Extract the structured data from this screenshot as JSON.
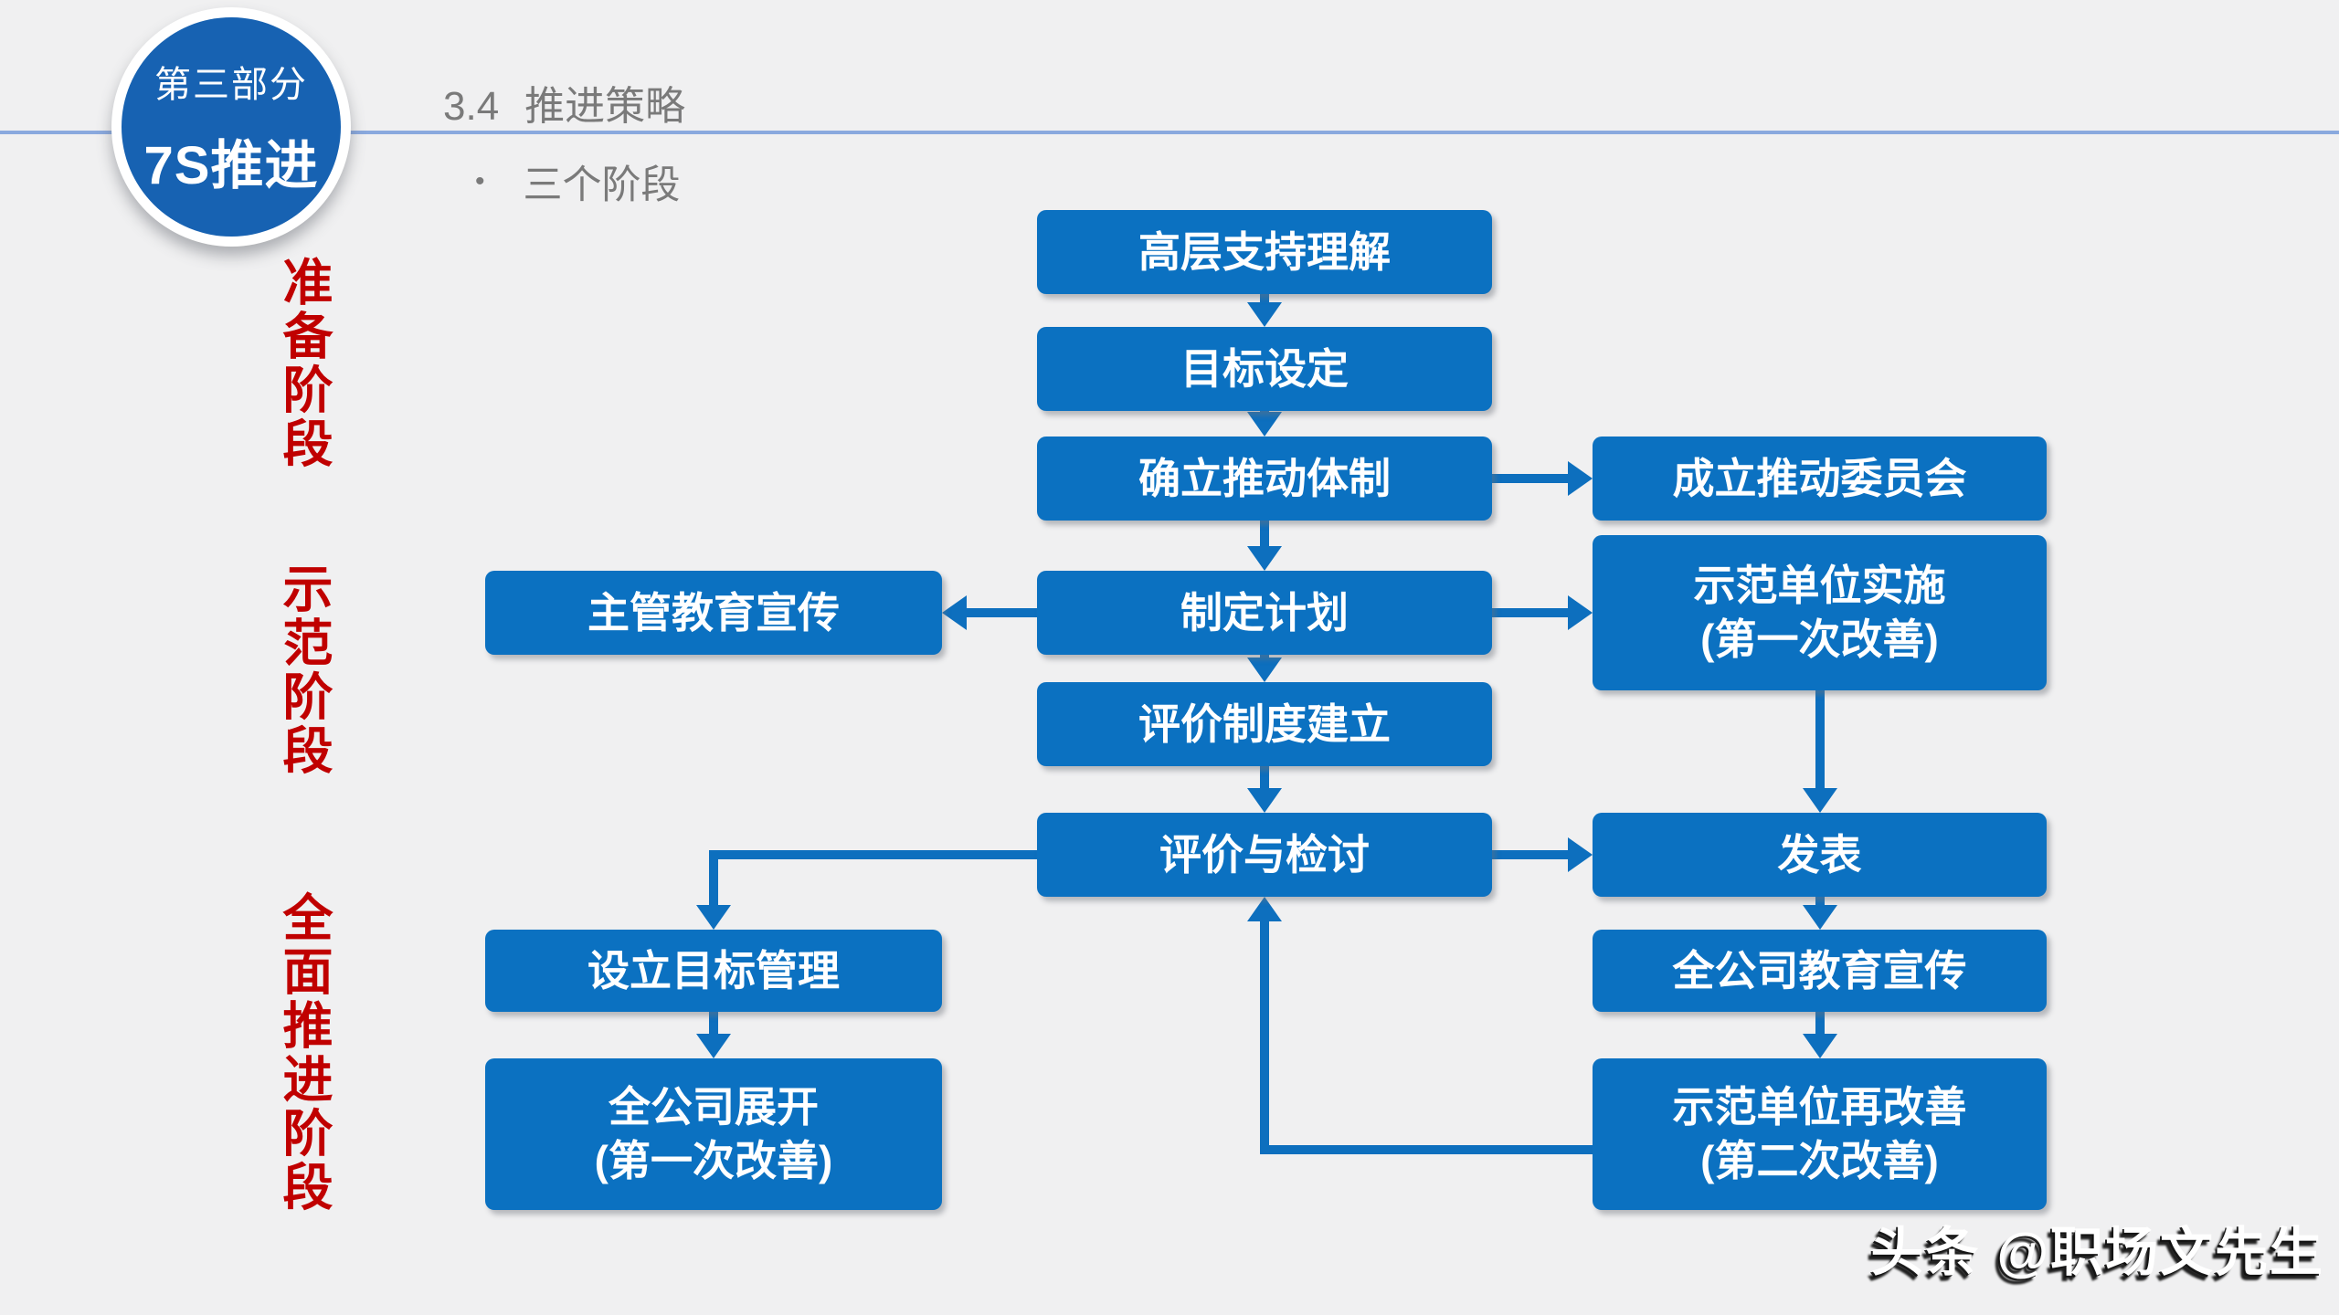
{
  "slide": {
    "badge": {
      "line1": "第三部分",
      "line2": "7S推进"
    },
    "header": {
      "section_number": "3.4",
      "title": "推进策略",
      "bullet_marker": "•",
      "bullet": "三个阶段"
    },
    "stages": [
      {
        "label": "准备阶段"
      },
      {
        "label": "示范阶段"
      },
      {
        "label": "全面推进阶段"
      }
    ],
    "watermark": "头条 @职场文先生",
    "colors": {
      "box_blue": "#0B71C1",
      "arrow_blue": "#0D6FBE",
      "badge_blue": "#1762B2",
      "stage_red": "#C00000",
      "divider_blue": "#8AA9DE",
      "title_gray": "#7A7A7A",
      "background": "#F0F0F1"
    }
  },
  "flowchart": {
    "nodes": [
      {
        "id": "top-support",
        "lines": [
          "高层支持理解"
        ]
      },
      {
        "id": "goal-setting",
        "lines": [
          "目标设定"
        ]
      },
      {
        "id": "establish-system",
        "lines": [
          "确立推动体制"
        ]
      },
      {
        "id": "committee",
        "lines": [
          "成立推动委员会"
        ]
      },
      {
        "id": "supervisor-education",
        "lines": [
          "主管教育宣传"
        ]
      },
      {
        "id": "make-plan",
        "lines": [
          "制定计划"
        ]
      },
      {
        "id": "demo-unit-implement",
        "lines": [
          "示范单位实施",
          "(第一次改善)"
        ]
      },
      {
        "id": "evaluation-system",
        "lines": [
          "评价制度建立"
        ]
      },
      {
        "id": "evaluation-review",
        "lines": [
          "评价与检讨"
        ]
      },
      {
        "id": "presentation",
        "lines": [
          "发表"
        ]
      },
      {
        "id": "goal-management",
        "lines": [
          "设立目标管理"
        ]
      },
      {
        "id": "company-education",
        "lines": [
          "全公司教育宣传"
        ]
      },
      {
        "id": "company-rollout",
        "lines": [
          "全公司展开",
          "(第一次改善)"
        ]
      },
      {
        "id": "demo-unit-reimprove",
        "lines": [
          "示范单位再改善",
          "(第二次改善)"
        ]
      }
    ],
    "edges": [
      {
        "from": "top-support",
        "to": "goal-setting",
        "route": "down"
      },
      {
        "from": "goal-setting",
        "to": "establish-system",
        "route": "down"
      },
      {
        "from": "establish-system",
        "to": "committee",
        "route": "right"
      },
      {
        "from": "establish-system",
        "to": "make-plan",
        "route": "down"
      },
      {
        "from": "make-plan",
        "to": "supervisor-education",
        "route": "left"
      },
      {
        "from": "make-plan",
        "to": "demo-unit-implement",
        "route": "right"
      },
      {
        "from": "make-plan",
        "to": "evaluation-system",
        "route": "down"
      },
      {
        "from": "demo-unit-implement",
        "to": "presentation",
        "route": "down"
      },
      {
        "from": "evaluation-system",
        "to": "evaluation-review",
        "route": "down"
      },
      {
        "from": "evaluation-review",
        "to": "presentation",
        "route": "right"
      },
      {
        "from": "evaluation-review",
        "to": "goal-management",
        "route": "elbow-left-down"
      },
      {
        "from": "goal-management",
        "to": "company-rollout",
        "route": "down"
      },
      {
        "from": "presentation",
        "to": "company-education",
        "route": "down"
      },
      {
        "from": "company-education",
        "to": "demo-unit-reimprove",
        "route": "down"
      },
      {
        "from": "demo-unit-reimprove",
        "to": "evaluation-review",
        "route": "elbow-left-up"
      }
    ]
  }
}
